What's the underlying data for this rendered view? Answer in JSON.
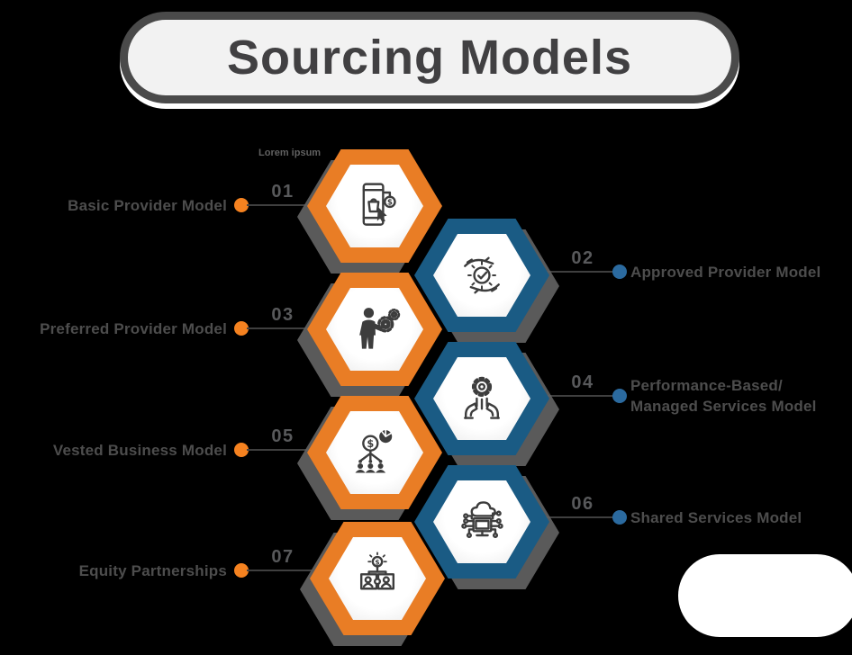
{
  "title": "Sourcing Models",
  "subtitle": "Lorem ipsum",
  "colors": {
    "background": "#000000",
    "orange": "#E97D25",
    "blue": "#1A5B84",
    "orange_dot": "#F58220",
    "blue_dot": "#2B6A9F",
    "shadow": "#626262",
    "text": "#4D4D4D",
    "number": "#58595B",
    "line": "#3F3F3F",
    "title_fill": "#F2F2F2",
    "title_border": "#4A4A4A",
    "icon_stroke": "#3D3D3D"
  },
  "items": [
    {
      "number": "01",
      "label": "Basic Provider Model",
      "side": "left",
      "color": "orange",
      "icon": "mobile-shopping-icon"
    },
    {
      "number": "02",
      "label": "Approved Provider Model",
      "side": "right",
      "color": "blue",
      "icon": "hands-approval-check-icon"
    },
    {
      "number": "03",
      "label": "Preferred Provider Model",
      "side": "left",
      "color": "orange",
      "icon": "person-gears-icon"
    },
    {
      "number": "04",
      "label": "Performance-Based/",
      "label2": "Managed Services Model",
      "side": "right",
      "color": "blue",
      "icon": "hands-gear-icon"
    },
    {
      "number": "05",
      "label": "Vested Business Model",
      "side": "left",
      "color": "orange",
      "icon": "money-people-network-icon"
    },
    {
      "number": "06",
      "label": "Shared Services Model",
      "side": "right",
      "color": "blue",
      "icon": "cloud-computer-network-icon"
    },
    {
      "number": "07",
      "label": "Equity Partnerships",
      "side": "left",
      "color": "orange",
      "icon": "puzzle-partnership-icon"
    }
  ]
}
